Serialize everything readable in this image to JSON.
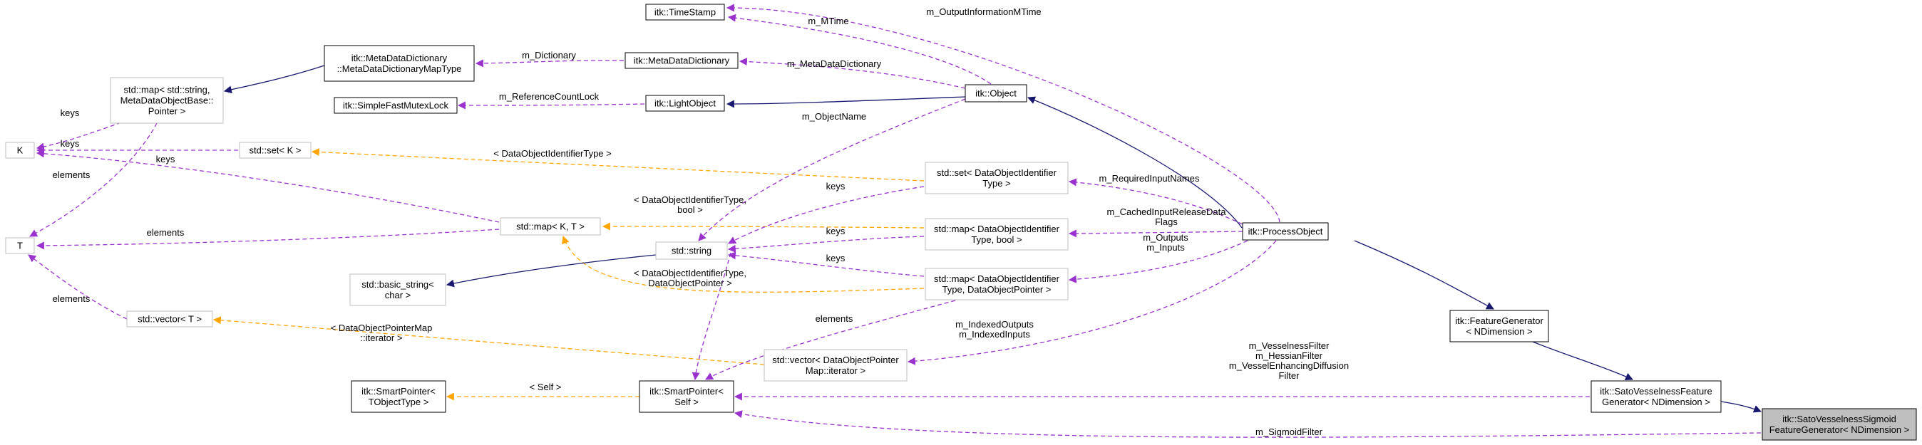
{
  "colors": {
    "inherit": "#191970",
    "usage": "#9a32cd",
    "template": "#ffa500",
    "node_border": "#000000",
    "external_border": "#bfbfbf",
    "highlight_fill": "#bfbfbf"
  },
  "nodes": {
    "timestamp": [
      "itk::TimeStamp"
    ],
    "metadict_map": [
      "itk::MetaDataDictionary",
      "::MetaDataDictionaryMapType"
    ],
    "metadict": [
      "itk::MetaDataDictionary"
    ],
    "mutex": [
      "itk::SimpleFastMutexLock"
    ],
    "lightobj": [
      "itk::LightObject"
    ],
    "object": [
      "itk::Object"
    ],
    "std_map_metadata": [
      "std::map< std::string,",
      "MetaDataObjectBase::",
      "Pointer >"
    ],
    "K": [
      "K"
    ],
    "T": [
      "T"
    ],
    "std_set_k": [
      "std::set< K >"
    ],
    "std_set_doit": [
      "std::set< DataObjectIdentifier",
      "Type >"
    ],
    "std_map_kt": [
      "std::map< K, T >"
    ],
    "std_string": [
      "std::string"
    ],
    "std_map_bool": [
      "std::map< DataObjectIdentifier",
      "Type, bool >"
    ],
    "processobj": [
      "itk::ProcessObject"
    ],
    "basic_string": [
      "std::basic_string<",
      "char >"
    ],
    "std_map_dop": [
      "std::map< DataObjectIdentifier",
      "Type, DataObjectPointer >"
    ],
    "std_vector_t": [
      "std::vector< T >"
    ],
    "featuregen": [
      "itk::FeatureGenerator",
      "< NDimension >"
    ],
    "std_vector_dop": [
      "std::vector< DataObjectPointer",
      "Map::iterator >"
    ],
    "sp_tobj": [
      "itk::SmartPointer<",
      "TObjectType >"
    ],
    "sp_self": [
      "itk::SmartPointer<",
      "Self >"
    ],
    "sato": [
      "itk::SatoVesselnessFeature",
      "Generator< NDimension >"
    ],
    "sigmoid": [
      "itk::SatoVesselnessSigmoid",
      "FeatureGenerator< NDimension >"
    ]
  },
  "edge_labels": {
    "m_output_info_mtime": [
      "m_OutputInformationMTime"
    ],
    "m_mtime": [
      "m_MTime"
    ],
    "m_dictionary": [
      "m_Dictionary"
    ],
    "m_metadatadictionary": [
      "m_MetaDataDictionary"
    ],
    "m_refcountlock": [
      "m_ReferenceCountLock"
    ],
    "m_objectname": [
      "m_ObjectName"
    ],
    "keys_map_k": [
      "keys"
    ],
    "keys_set_k": [
      "keys"
    ],
    "keys_mapkt_k": [
      "keys"
    ],
    "elements_map_t": [
      "elements"
    ],
    "elements_mapkt_t": [
      "elements"
    ],
    "elements_vec_t": [
      "elements"
    ],
    "tmpl_doit": [
      "< DataObjectIdentifierType >"
    ],
    "tmpl_doit_bool": [
      "< DataObjectIdentifierType,",
      "bool >"
    ],
    "keys_setdoit": [
      "keys"
    ],
    "keys_mapbool": [
      "keys"
    ],
    "keys_mapdop": [
      "keys"
    ],
    "m_required": [
      "m_RequiredInputNames"
    ],
    "m_cached": [
      "m_CachedInputReleaseData",
      "Flags"
    ],
    "m_outputs": [
      "m_Outputs",
      "m_Inputs"
    ],
    "tmpl_doit_dop": [
      "< DataObjectIdentifierType,",
      "DataObjectPointer >"
    ],
    "tmpl_dopmap_iter": [
      "< DataObjectPointerMap",
      "::iterator >"
    ],
    "elements_sp": [
      "elements"
    ],
    "m_indexed": [
      "m_IndexedOutputs",
      "m_IndexedInputs"
    ],
    "m_vesselness": [
      "m_VesselnessFilter",
      "m_HessianFilter",
      "m_VesselEnhancingDiffusion",
      "Filter"
    ],
    "tmpl_self": [
      "< Self >"
    ],
    "m_sigmoid": [
      "m_SigmoidFilter"
    ]
  }
}
